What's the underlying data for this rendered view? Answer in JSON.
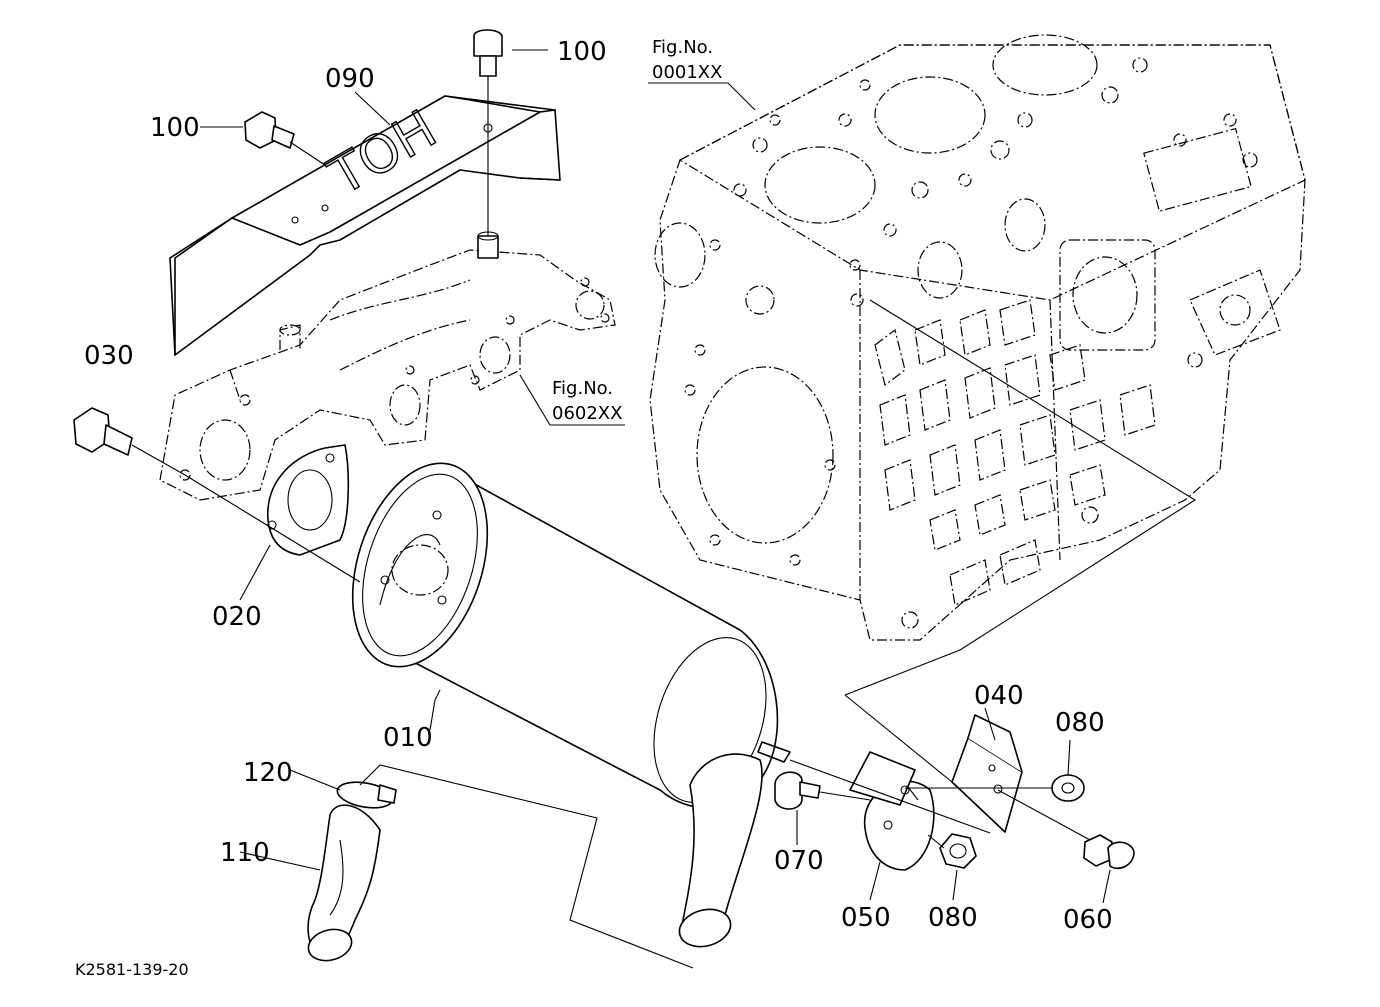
{
  "diagram": {
    "drawing_code": "K2581-139-20",
    "figure_refs": {
      "engine_block": [
        "Fig.No.",
        "0001XX"
      ],
      "exhaust_manifold": [
        "Fig.No.",
        "0602XX"
      ]
    },
    "part_labels": {
      "p010": "010",
      "p020": "020",
      "p030": "030",
      "p040": "040",
      "p050": "050",
      "p060": "060",
      "p070": "070",
      "p080a": "080",
      "p080b": "080",
      "p090": "090",
      "p100a": "100",
      "p100b": "100",
      "p110": "110",
      "p120": "120"
    }
  }
}
